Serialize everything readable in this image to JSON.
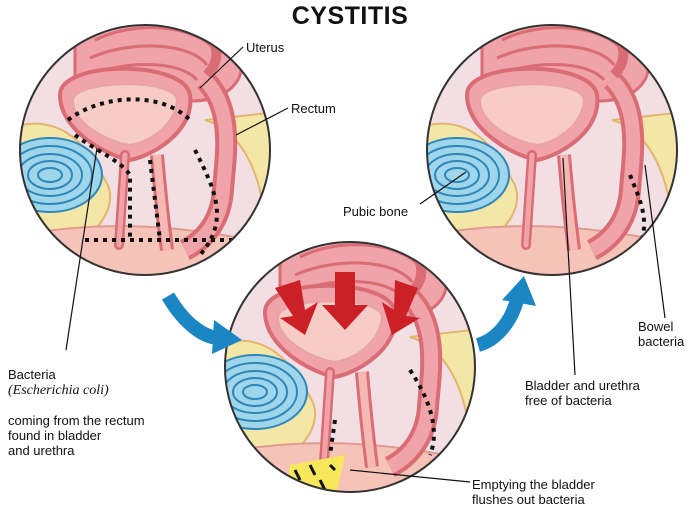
{
  "title": "CYSTITIS",
  "labels": {
    "uterus": "Uterus",
    "rectum": "Rectum",
    "pubic_bone": "Pubic bone",
    "bacteria_prefix": "Bacteria",
    "bacteria_species": "(Escherichia coli)",
    "bacteria_rest": "coming from the rectum\nfound in bladder\nand urethra",
    "bowel_bacteria": "Bowel\nbacteria",
    "bladder_free": "Bladder and urethra\nfree of bacteria",
    "emptying": "Emptying the bladder\nflushes out bacteria"
  },
  "colors": {
    "sky": "#f1dfe4",
    "tissue_pink": "#f0a3a8",
    "tissue_dark": "#d96c74",
    "fat_yellow": "#f4e6a6",
    "bone_blue": "#9fd6ec",
    "arrow_blue": "#1a86c3",
    "arrow_red": "#cc2027",
    "urine_yellow": "#f6e85a"
  }
}
